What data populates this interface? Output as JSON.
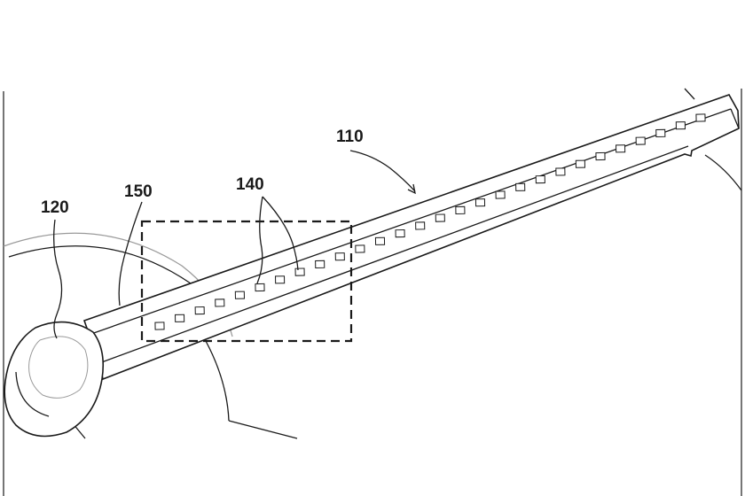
{
  "labels": {
    "blade": "110",
    "hub": "120",
    "light_sources": "140",
    "cover": "150"
  },
  "colors": {
    "ink": "#1a1a1a",
    "faint": "#9a9a9a",
    "background": "#ffffff"
  }
}
